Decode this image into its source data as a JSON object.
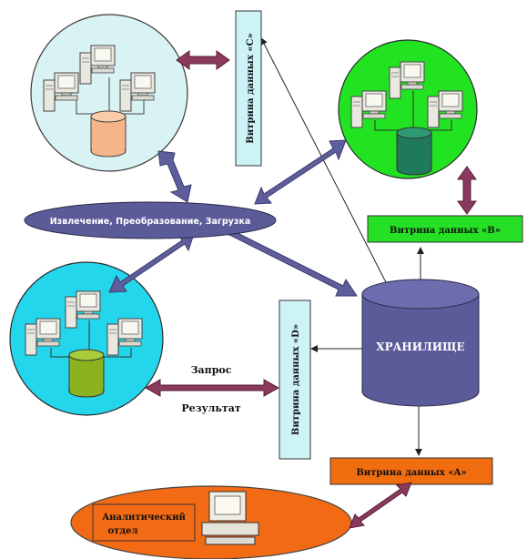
{
  "labels": {
    "etl": "Извлечение, Преобразование, Загрузка",
    "warehouse": "ХРАНИЛИЩЕ",
    "mart_a": "Витрина данных «A»",
    "mart_b": "Витрина данных «B»",
    "mart_c": "Витрина данных «C»",
    "mart_d": "Витрина данных «D»",
    "query": "Запрос",
    "result": "Результат",
    "analytic_line1": "Аналитический",
    "analytic_line2": "отдел"
  },
  "colors": {
    "arrow_blue": "#5e5e9c",
    "arrow_blue_dark": "#3a3a6e",
    "arrow_maroon": "#8a3a5c",
    "ellipse_etl": "#5b5b9a",
    "cyl_warehouse": "#5b5b9a",
    "circle_c_fill": "#d9f2f4",
    "circle_b_fill": "#22e322",
    "circle_d_fill": "#24d6ec",
    "analytic_fill": "#f36a14",
    "mart_a_fill": "#f06d10",
    "mart_b_fill": "#25e025",
    "mart_cd_fill": "#cdf3f7",
    "db_c": "#f6b48a",
    "db_b": "#1e7a5a",
    "db_d": "#8cb21f"
  }
}
